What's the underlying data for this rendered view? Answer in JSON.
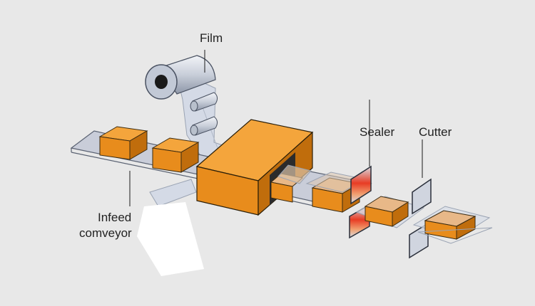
{
  "labels": {
    "film": "Film",
    "sealer": "Sealer",
    "cutter": "Cutter",
    "infeed_line1": "Infeed",
    "infeed_line2": "comveyor"
  },
  "colors": {
    "background": "#e8e8e8",
    "box_front": "#e88c1c",
    "box_top": "#f4a53c",
    "box_side": "#c06d0c",
    "conveyor": "#c8ccd8",
    "film": "#d2d8e4",
    "heat": "#e83c24"
  }
}
